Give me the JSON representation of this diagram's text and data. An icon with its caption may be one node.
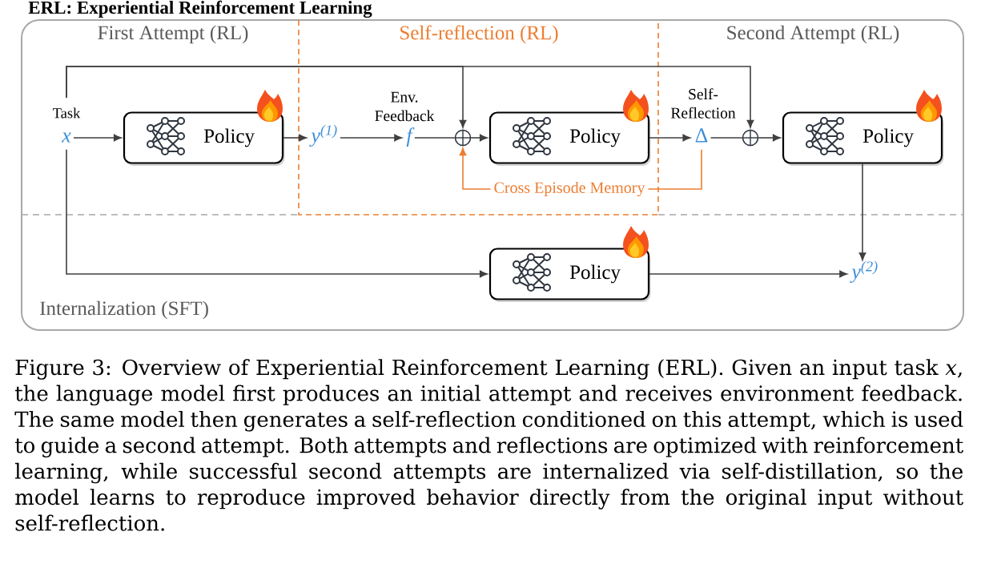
{
  "diagram": {
    "title": "ERL: Experiential Reinforcement Learning",
    "caption": "Figure 3: Overview of Experiential Reinforcement Learning (ERL). Given an input task *x*, the language model first produces an initial attempt and receives environment feedback. The same model then generates a self-reflection conditioned on this attempt, which is used to guide a second attempt. Both attempts and reflections are optimized with reinforcement learning, while successful second attempts are internalized via self-distillation, so the model learns to reproduce improved behavior directly from the original input without self-reflection.",
    "nodes": [
      {
        "text": [
          "First Attempt (RL)",
          "Second Attempt (RL)",
          "Internalization (SFT)"
        ]
      },
      {
        "text": [
          "Self-reflection (RL)"
        ],
        "in": 0
      },
      {
        "text": [
          "x"
        ],
        "beside": [
          "Task"
        ],
        "in": 0
      },
      {
        "text": [
          "Policy"
        ],
        "in": 0
      },
      {
        "text": [
          "y$^{(1)}$"
        ],
        "in": 1
      },
      {
        "text": [
          "f"
        ],
        "beside": [
          "Env. Feedback"
        ],
        "in": 1
      },
      {
        "text": [],
        "shape": "circle",
        "in": 1
      },
      {
        "text": [
          "Policy"
        ],
        "in": 1
      },
      {
        "text": [
          "Δ"
        ],
        "beside": [
          "Self- Reflection"
        ],
        "in": 0
      },
      {
        "text": [],
        "shape": "circle",
        "in": 0
      },
      {
        "text": [
          "Policy"
        ],
        "in": 0
      },
      {
        "text": [
          "Policy"
        ],
        "in": 0
      },
      {
        "text": [
          "y$^{(2)}$"
        ],
        "in": 0
      }
    ],
    "edges": [
      {
        "from": 2,
        "to": 3,
        "arrow": "to"
      },
      {
        "from": 3,
        "to": 4,
        "arrow": "to"
      },
      {
        "from": 4,
        "to": 5,
        "arrow": "to"
      },
      {
        "from": 5,
        "to": 6,
        "arrow": "none"
      },
      {
        "from": 6,
        "to": 7,
        "arrow": "to"
      },
      {
        "from": 7,
        "to": 8,
        "arrow": "to"
      },
      {
        "from": 8,
        "to": 9,
        "arrow": "none"
      },
      {
        "from": 9,
        "to": 10,
        "arrow": "to"
      },
      {
        "from": 2,
        "to": 6,
        "arrow": "to"
      },
      {
        "from": 2,
        "to": 9,
        "arrow": "to"
      },
      {
        "from": 8,
        "to": 6,
        "arrow": "to",
        "label": "Cross Episode Memory",
        "color": "#ed7d31"
      },
      {
        "from": 10,
        "to": 12,
        "arrow": "to"
      },
      {
        "from": 2,
        "to": 11,
        "arrow": "to"
      },
      {
        "from": 11,
        "to": 12,
        "arrow": "to"
      }
    ]
  }
}
